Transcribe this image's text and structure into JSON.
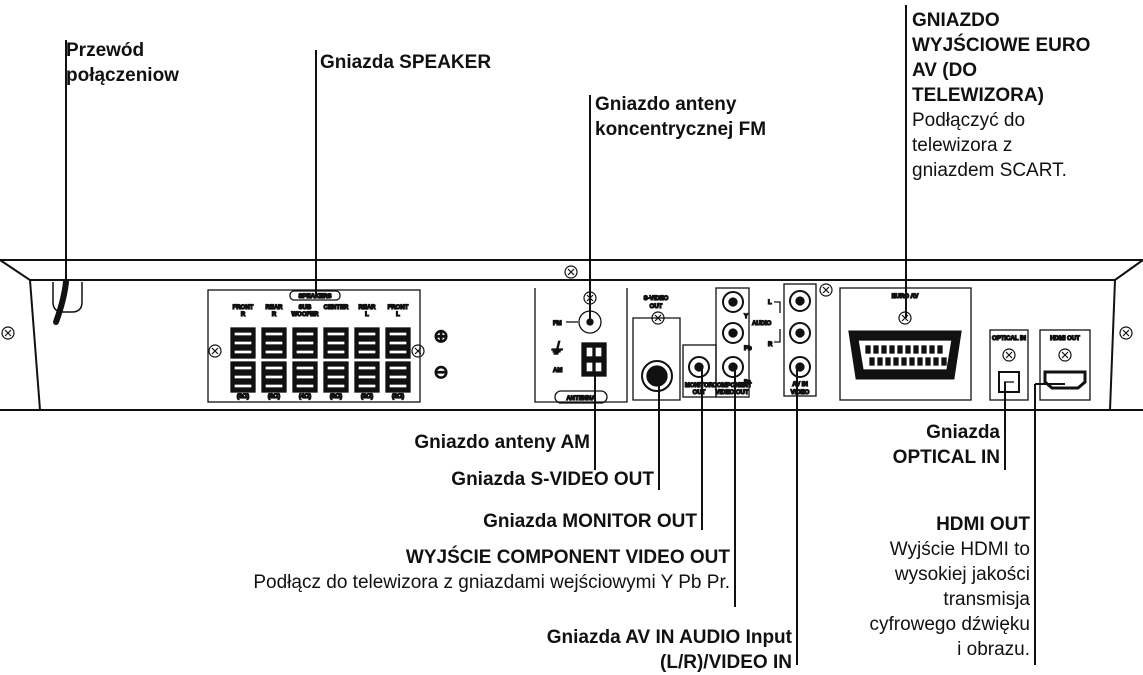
{
  "callouts": {
    "power_cord": [
      "Przewód",
      "połączeniow"
    ],
    "speaker": "Gniazda SPEAKER",
    "fm_antenna": [
      "Gniazdo anteny",
      "koncentrycznej FM"
    ],
    "euro_av": {
      "title": [
        "GNIAZDO",
        "WYJŚCIOWE EURO",
        "AV (DO",
        "TELEWIZORA)"
      ],
      "desc": [
        "Podłączyć do",
        "telewizora z",
        "gniazdem SCART."
      ]
    },
    "am_antenna": "Gniazdo anteny AM",
    "svideo_out": "Gniazda S-VIDEO OUT",
    "monitor_out": "Gniazda MONITOR OUT",
    "component": {
      "title": "WYJŚCIE COMPONENT VIDEO OUT",
      "desc": "Podłącz do telewizora z gniazdami wejściowymi Y Pb Pr."
    },
    "av_in": [
      "Gniazda AV IN AUDIO Input",
      "(L/R)/VIDEO IN"
    ],
    "optical_in": [
      "Gniazda",
      "OPTICAL IN"
    ],
    "hdmi_out": {
      "title": "HDMI OUT",
      "desc": [
        "Wyjście HDMI to",
        "wysokiej jakości",
        "transmisja",
        "cyfrowego dźwięku",
        "i obrazu."
      ]
    }
  },
  "panel": {
    "speakers_header": "SPEAKERS",
    "speaker_channels": [
      "FRONT R",
      "REAR R",
      "SUB WOOFER",
      "CENTER",
      "REAR L",
      "FRONT L"
    ],
    "speaker_impedance": [
      "(8Ω)",
      "(8Ω)",
      "(4Ω)",
      "(8Ω)",
      "(8Ω)",
      "(8Ω)"
    ],
    "plus": "⊕",
    "minus": "⊖",
    "fm": "FM",
    "am": "AM",
    "antenna": "ANTENNA",
    "svideo": [
      "S-VIDEO",
      "OUT"
    ],
    "monitor": [
      "MONITOR",
      "OUT"
    ],
    "component": [
      "COMPONENT",
      "VIDEO OUT"
    ],
    "y": "Y",
    "pb": "Pb",
    "pr": "Pr",
    "audio_l": "L",
    "audio": "AUDIO",
    "audio_r": "R",
    "av_in": "AV IN",
    "video": "VIDEO",
    "euro_av": "EURO AV",
    "optical_in": "OPTICAL IN",
    "hdmi_out": "HDMI OUT"
  }
}
